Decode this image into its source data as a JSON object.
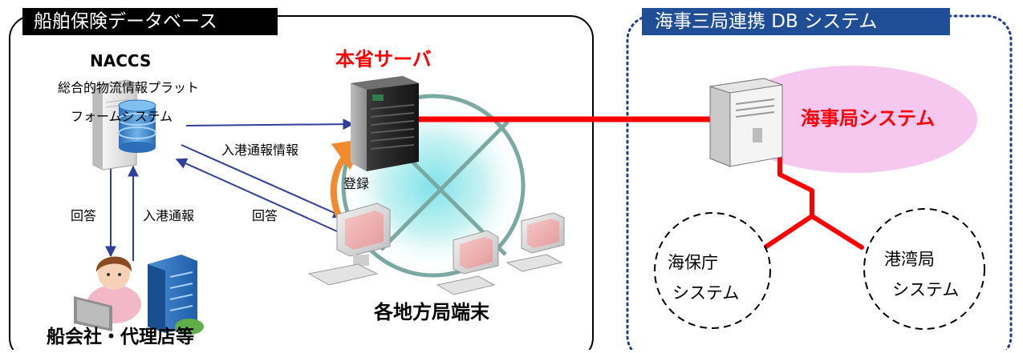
{
  "left_panel": {
    "title": "船舶保険データベース"
  },
  "right_panel": {
    "title": "海事三局連携 DB システム"
  },
  "naccs": {
    "name": "NACCS",
    "desc_line1": "総合的物流情報プラット",
    "desc_line2": "フォームシステム"
  },
  "server": {
    "label": "本省サーバ"
  },
  "terminals": {
    "label": "各地方局端末"
  },
  "company": {
    "label": "船会社・代理店等"
  },
  "maritime": {
    "label": "海事局システム"
  },
  "coast_guard": {
    "line1": "海保庁",
    "line2": "システム"
  },
  "port": {
    "line1": "港湾局",
    "line2": "システム"
  },
  "arrows": {
    "entry_info": "入港通報情報",
    "answer_left": "回答",
    "entry_report": "入港通報",
    "answer_mid": "回答",
    "register": "登録"
  },
  "colors": {
    "red": "#ff0000",
    "navy": "#1f3c8f",
    "arrow_blue": "#2f3f9a",
    "ellipse_pink": "#f6c8f0",
    "register_orange": "#f28a2e",
    "tab_black": "#000000",
    "tab_blue": "#1f4e96"
  },
  "icons": {
    "server": "tower-server-icon",
    "database": "database-icon",
    "terminal": "terminal-computer-icon",
    "person": "office-worker-icon",
    "building": "office-building-icon"
  }
}
